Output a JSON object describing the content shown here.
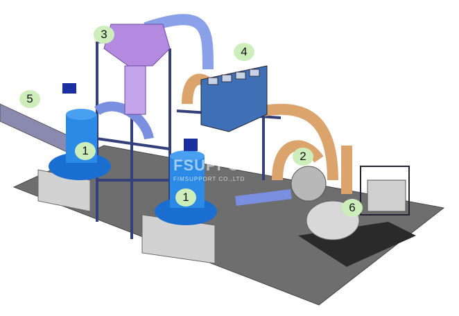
{
  "callouts": [
    "1",
    "1",
    "2",
    "3",
    "4",
    "5",
    "6"
  ],
  "watermark": {
    "brand": "FSUPPORT",
    "company": "FIMSUPPORT CO.,LTD"
  },
  "colors": {
    "label_bg": "#cdeebb",
    "mill_blue": "#1e7fd8",
    "pipe_orange": "#d9a26a",
    "cyclone_purple": "#b48ae0",
    "floor": "#6b6b6b"
  }
}
